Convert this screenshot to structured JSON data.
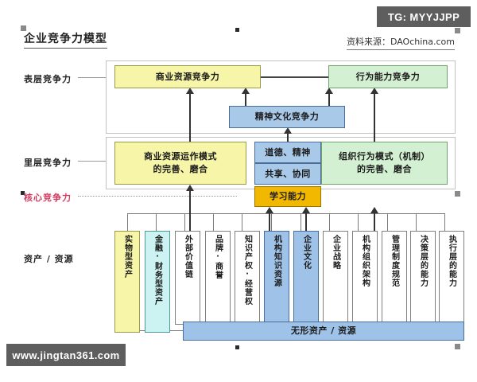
{
  "watermarks": {
    "telegram": "TG: MYYJJPP",
    "site": "www.jingtan361.com"
  },
  "header": {
    "title": "企业竞争力模型",
    "source": "资料来源：DAOchina.com"
  },
  "tiers": [
    {
      "label": "表层竞争力"
    },
    {
      "label": "里层竞争力"
    },
    {
      "label": "核心竞争力"
    },
    {
      "label": "资产 / 资源"
    }
  ],
  "surface_layer": {
    "business_resource": "商业资源竞争力",
    "behavior_capability": "行为能力竞争力",
    "spirit_culture": "精神文化竞争力"
  },
  "inner_layer": {
    "business_mode_line1": "商业资源运作模式",
    "business_mode_line2": "的完善、磨合",
    "morality": "道德、精神",
    "sharing": "共享、协同",
    "learning": "学习能力",
    "org_mode_line1": "组织行为模式（机制）",
    "org_mode_line2": "的完善、磨合"
  },
  "asset_columns": [
    {
      "label": "实物型资产",
      "color": "yellow"
    },
    {
      "label": "金融·财务型资产",
      "color": "cyan"
    },
    {
      "label": "外部价值链",
      "color": "white"
    },
    {
      "label": "品牌·商誉",
      "color": "white"
    },
    {
      "label": "知识产权·经营权",
      "color": "white"
    },
    {
      "label": "机构知识资源",
      "color": "steel"
    },
    {
      "label": "企业文化",
      "color": "steel"
    },
    {
      "label": "企业战略",
      "color": "white"
    },
    {
      "label": "机构组织架构",
      "color": "white"
    },
    {
      "label": "管理制度规范",
      "color": "white"
    },
    {
      "label": "决策层的能力",
      "color": "white"
    },
    {
      "label": "执行层的能力",
      "color": "white"
    }
  ],
  "intangible_bar": {
    "label": "无形资产 / 资源"
  },
  "colors": {
    "yellow": "#f6f5a8",
    "green": "#d3f0d2",
    "blue": "#a9c9e9",
    "gold": "#f2b800",
    "cyan": "#ccf2f2",
    "steel": "#9fc2e8",
    "core_label": "#d23b5e",
    "watermark_bg": "#5e5e5e"
  }
}
